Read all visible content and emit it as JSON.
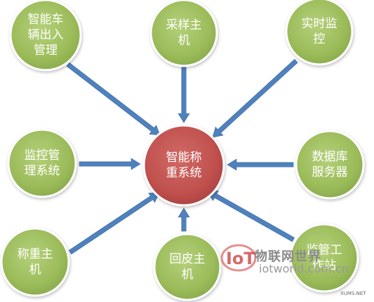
{
  "center": {
    "label": "智能称\n重系统",
    "color": "#c0504d"
  },
  "nodes": [
    {
      "id": "entry-exit",
      "label": "智能车\n辆出入\n管理"
    },
    {
      "id": "sampling-host",
      "label": "采样主\n机"
    },
    {
      "id": "realtime-monitor",
      "label": "实时监\n控"
    },
    {
      "id": "monitor-mgmt",
      "label": "监控管\n理系统"
    },
    {
      "id": "db-server",
      "label": "数据库\n服务器"
    },
    {
      "id": "weighing-host",
      "label": "称重主\n机"
    },
    {
      "id": "tare-host",
      "label": "回皮主\n机"
    },
    {
      "id": "workstation",
      "label": "监管工\n作站"
    }
  ],
  "colors": {
    "node_fill": "#9bbb59",
    "arrow": "#4f81bd"
  },
  "watermark": {
    "title": "物联网世界",
    "url": "iotworld.com.cn",
    "mark": "XUMS.NET"
  }
}
